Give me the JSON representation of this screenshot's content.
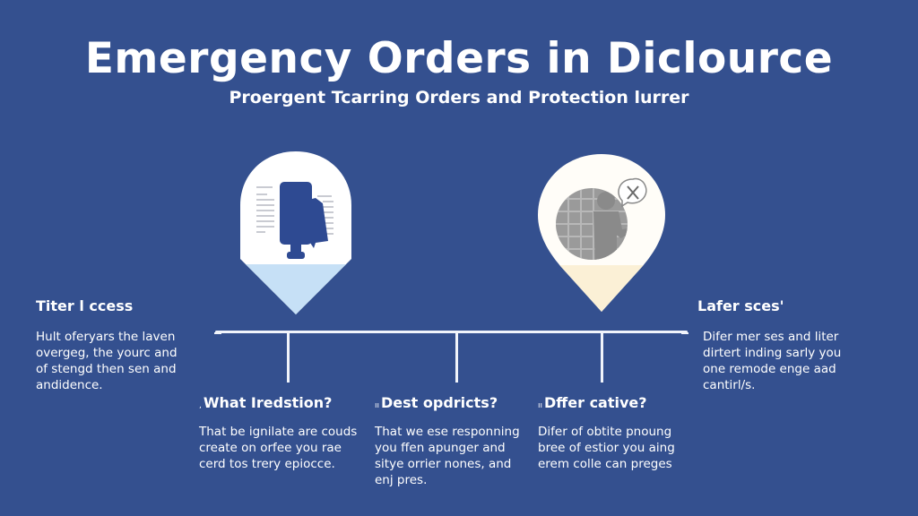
{
  "header": {
    "title": "Emergency Orders in Diclource",
    "subtitle": "Proergent Tcarring Orders and Protection lurrer"
  },
  "colors": {
    "background": "#34508f",
    "text": "#ffffff",
    "pin_left_tip": "#c6e0f6",
    "pin_right_tip": "#fbf0d6",
    "icon_blue": "#2e4a92",
    "icon_gray": "#8f8f8f"
  },
  "pins": [
    {
      "icon": "document-chair-icon",
      "tip_color": "#c6e0f6"
    },
    {
      "icon": "person-speech-bubble-icon",
      "tip_color": "#fbf0d6"
    }
  ],
  "side_left": {
    "heading": "Titer l ccess",
    "lines": [
      "Hult oferyars the laven",
      "overgeg, the yourc and",
      "of stengd then sen and",
      "andidence."
    ]
  },
  "side_right": {
    "heading": "Lafer sces'",
    "lines": [
      "Difer mer ses and liter",
      "dirtert inding sarly you",
      "one remode enge aad",
      "cantirl/s."
    ]
  },
  "columns": [
    {
      "mark": ",",
      "heading": "What Iredstion?",
      "lines": [
        "That be ignilate are couds",
        "create on orfee you rae",
        "cerd tos trery epiocce."
      ]
    },
    {
      "mark": "ıı",
      "heading": "Dest opdricts?",
      "lines": [
        "That we ese responning",
        "you  ffen apunger and",
        "sitye orrier nones, and",
        "enj pres."
      ]
    },
    {
      "mark": "ıı",
      "heading": "Dffer cative?",
      "lines": [
        "Difer of obtite pnoung",
        "bree of estior you aing",
        "erem colle can preges"
      ]
    }
  ]
}
